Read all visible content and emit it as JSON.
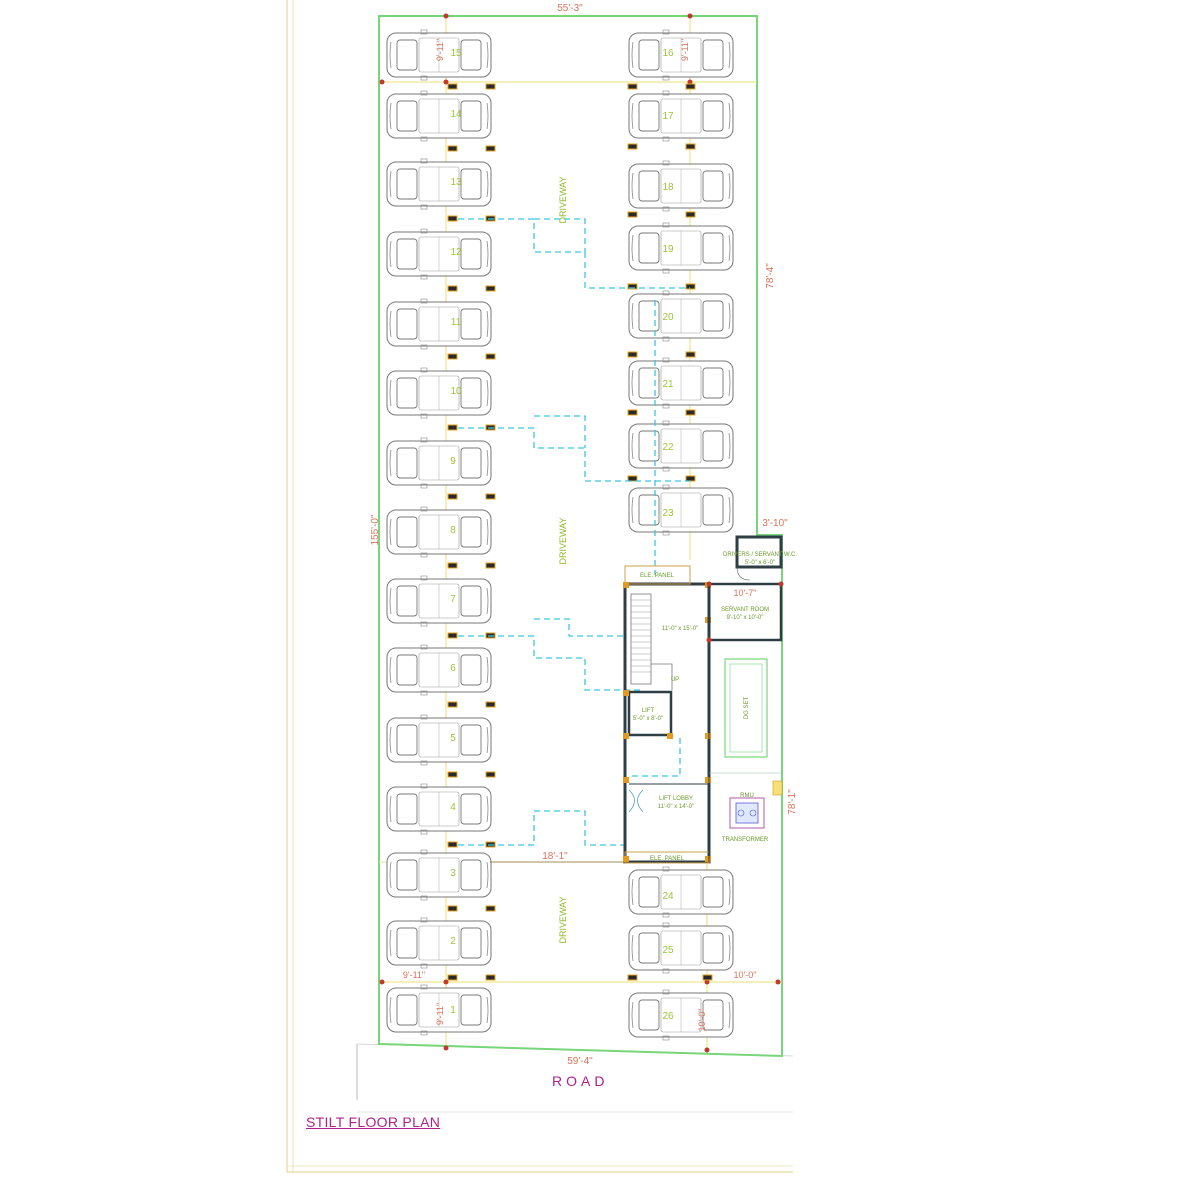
{
  "title": "STILT FLOOR PLAN",
  "road": "ROAD",
  "driveway_labels": [
    "DRIVEWAY",
    "DRIVEWAY",
    "DRIVEWAY"
  ],
  "dimensions": {
    "top": "55'-3\"",
    "bottom": "59'-4\"",
    "left": "155'-0\"",
    "right_upper": "78'-4\"",
    "right_lower": "78'-1\"",
    "annex": "3'-10\"",
    "servant_width": "10'-7\"",
    "lobby_offset": "18'-1\"",
    "slot_width_left": "9'-11\"",
    "slot_width_right": "10'-0\"",
    "slot_depth_top_left": "9'-11\"",
    "slot_depth_top_right": "9'-11\"",
    "slot_depth_bottom_left": "9'-11\"",
    "slot_depth_bottom_right": "10'-0\""
  },
  "rooms": {
    "drivers": "DRIVERS / SERVANT W.C.",
    "drivers_size": "5'-0\" x 6'-0\"",
    "servant_room": "SERVANT ROOM",
    "servant_size": "9'-10\" x 10'-0\"",
    "stair_size": "11'-0\" x 15'-0\"",
    "up": "UP",
    "lift": "LIFT",
    "lift_size": "5'-0\" x 8'-0\"",
    "lift_lobby": "LIFT LOBBY",
    "lift_lobby_size": "11'-0\" x 14'-0\"",
    "ele_panel_top": "ELE. PANEL",
    "ele_panel_bottom": "ELE. PANEL",
    "dg_set": "DG SET",
    "rmu": "RMU",
    "transformer": "TRANSFORMER"
  },
  "parking_slots": {
    "left": [
      "15",
      "14",
      "13",
      "12",
      "11",
      "10",
      "9",
      "8",
      "7",
      "6",
      "5",
      "4",
      "3",
      "2",
      "1"
    ],
    "right_upper": [
      "16",
      "17",
      "18",
      "19",
      "20",
      "21",
      "22",
      "23"
    ],
    "right_lower": [
      "24",
      "25",
      "26"
    ]
  }
}
